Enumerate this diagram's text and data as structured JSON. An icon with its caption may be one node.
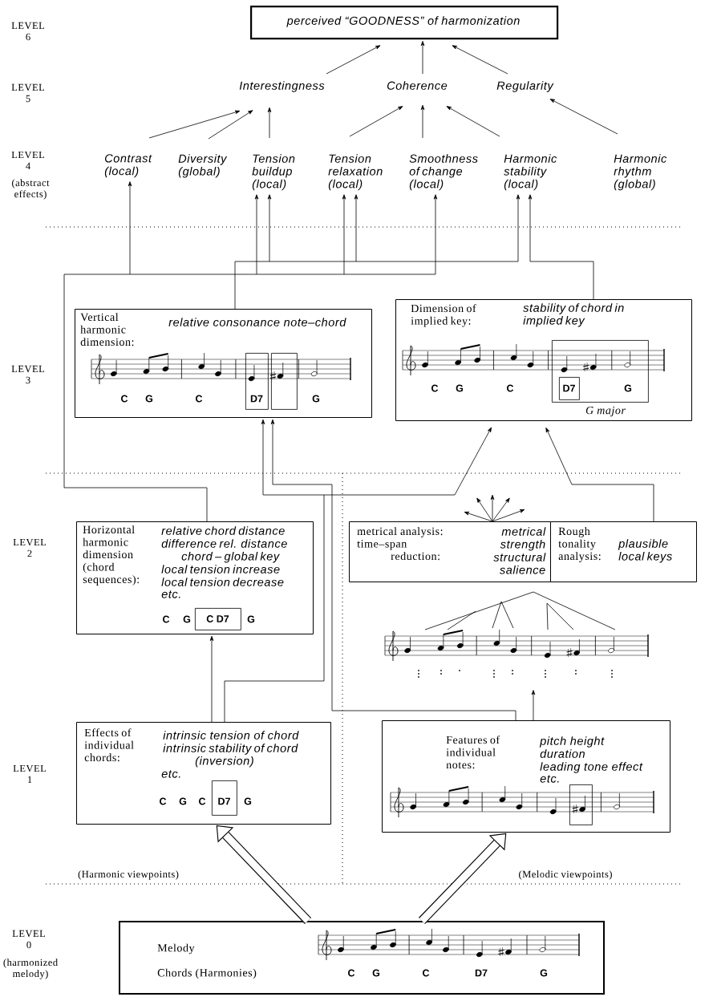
{
  "diagram": {
    "nodes": [
      {
        "text": [
          "perceived “GOODNESS” of harmonization"
        ]
      },
      {
        "text": [
          "Interestingness"
        ]
      },
      {
        "text": [
          "Coherence"
        ]
      },
      {
        "text": [
          "Regularity"
        ]
      },
      {
        "text": [
          "Contrast (local)"
        ]
      },
      {
        "text": [
          "Diversity (global)"
        ]
      },
      {
        "text": [
          "Tension buildup (local)"
        ]
      },
      {
        "text": [
          "Tension relaxation (local)"
        ]
      },
      {
        "text": [
          "Smoothness of change (local)"
        ]
      },
      {
        "text": [
          "Harmonic stability (local)"
        ]
      },
      {
        "text": [
          "Harmonic rhythm (global)"
        ]
      },
      {
        "text": [
          "Vertical harmonic dimension:",
          "relative consonance note–chord",
          "C",
          "G",
          "C",
          "G"
        ]
      },
      {
        "text": [
          "D7"
        ],
        "in": 11
      },
      {
        "text": [],
        "shape": "box",
        "in": 11
      },
      {
        "text": [
          "Dimension of implied key:",
          "stability of chord in implied key",
          "C",
          "G",
          "C"
        ]
      },
      {
        "text": [
          "G"
        ],
        "beside": [
          "G major"
        ],
        "in": 14
      },
      {
        "text": [
          "D7"
        ],
        "in": 15
      },
      {
        "text": [
          "Horizontal harmonic dimension (chord sequences):",
          "relative chord distance",
          "difference rel. distance chord – global key",
          "local tension increase",
          "local tension decrease",
          "etc.",
          "C",
          "G",
          "G"
        ]
      },
      {
        "text": [
          "C D7"
        ],
        "in": 17
      },
      {
        "text": [
          "metrical analysis:",
          "time–span reduction:",
          "metrical strength",
          "structural salience"
        ]
      },
      {
        "text": [
          "Rough tonality analysis:",
          "plausible local keys"
        ]
      },
      {
        "text": [],
        "shape": "picture"
      },
      {
        "text": [
          "Effects of individual chords:",
          "intrinsic tension of chord",
          "intrinsic stability of chord (inversion)",
          "etc.",
          "C",
          "G",
          "C",
          "G"
        ]
      },
      {
        "text": [
          "D7"
        ],
        "in": 22
      },
      {
        "text": [
          "Features of individual notes:",
          "pitch height",
          "duration",
          "leading tone effect",
          "etc."
        ]
      },
      {
        "text": [],
        "shape": "box",
        "in": 24
      },
      {
        "text": [
          "Melody",
          "Chords (Harmonies)",
          "C",
          "G",
          "C",
          "D7",
          "G"
        ]
      }
    ],
    "edges": [
      {
        "from": 1,
        "to": 0,
        "arrow": "to"
      },
      {
        "from": 2,
        "to": 0,
        "arrow": "to"
      },
      {
        "from": 3,
        "to": 0,
        "arrow": "to"
      },
      {
        "from": 4,
        "to": 1,
        "arrow": "to"
      },
      {
        "from": 5,
        "to": 1,
        "arrow": "to"
      },
      {
        "from": 6,
        "to": 1,
        "arrow": "to"
      },
      {
        "from": 7,
        "to": 2,
        "arrow": "to"
      },
      {
        "from": 8,
        "to": 2,
        "arrow": "to"
      },
      {
        "from": 9,
        "to": 2,
        "arrow": "to"
      },
      {
        "from": 10,
        "to": 3,
        "arrow": "to"
      },
      {
        "from": 17,
        "to": 4,
        "arrow": "to"
      },
      {
        "from": 17,
        "to": 6,
        "arrow": "to"
      },
      {
        "from": 17,
        "to": 7,
        "arrow": "to"
      },
      {
        "from": 17,
        "to": 8,
        "arrow": "to"
      },
      {
        "from": 11,
        "to": 6,
        "arrow": "to"
      },
      {
        "from": 11,
        "to": 7,
        "arrow": "to"
      },
      {
        "from": 11,
        "to": 9,
        "arrow": "to"
      },
      {
        "from": 14,
        "to": 9,
        "arrow": "to"
      },
      {
        "from": 22,
        "to": 17,
        "arrow": "to"
      },
      {
        "from": 22,
        "to": 11,
        "arrow": "to"
      },
      {
        "from": 22,
        "to": 14,
        "arrow": "to"
      },
      {
        "from": 24,
        "to": 11,
        "arrow": "to"
      },
      {
        "from": 24,
        "to": 21,
        "arrow": "to"
      },
      {
        "from": 20,
        "to": 14,
        "arrow": "to"
      },
      {
        "from": 19,
        "to": null,
        "arrow": "to"
      },
      {
        "from": 19,
        "to": null,
        "arrow": "to"
      },
      {
        "from": 19,
        "to": null,
        "arrow": "to"
      },
      {
        "from": 19,
        "to": null,
        "arrow": "to"
      },
      {
        "from": 19,
        "to": null,
        "arrow": "to"
      },
      {
        "from": 26,
        "to": 22,
        "arrow": "to",
        "style": "thick"
      },
      {
        "from": 26,
        "to": 24,
        "arrow": "to",
        "style": "thick"
      }
    ],
    "labels": [
      "LEVEL 6",
      "LEVEL 5",
      "LEVEL 4",
      "(abstract effects)",
      "LEVEL 3",
      "LEVEL 2",
      "LEVEL 1",
      "(Harmonic viewpoints)",
      "(Melodic viewpoints)",
      "LEVEL 0",
      "(harmonized melody)"
    ]
  }
}
